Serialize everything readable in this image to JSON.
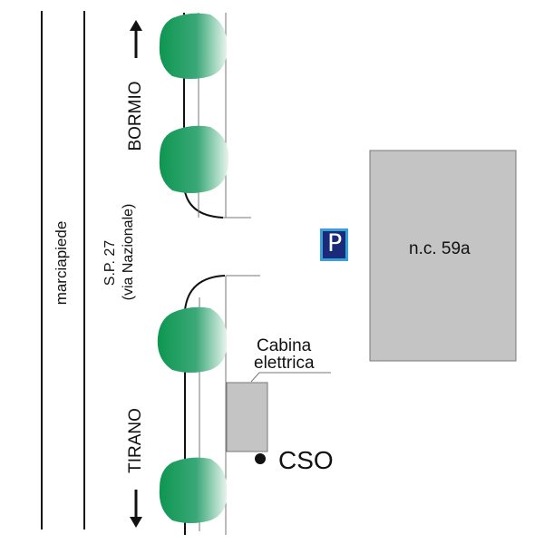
{
  "labels": {
    "sidewalk": "marciapiede",
    "road_name": "S.P. 27",
    "road_alias": "(via Nazionale)",
    "direction_north": "BORMIO",
    "direction_south": "TIRANO",
    "building": "n.c. 59a",
    "cabin_line1": "Cabina",
    "cabin_line2": "elettrica",
    "cso": "CSO",
    "parking": "P"
  },
  "icons": [
    "arrow-up-icon",
    "arrow-down-icon",
    "tree-icon",
    "parking-sign-icon"
  ],
  "colors": {
    "tree": "#1a9a5a",
    "building": "#c4c4c4",
    "parking_bg": "#1a2a7a",
    "parking_border": "#3aa0d8"
  }
}
